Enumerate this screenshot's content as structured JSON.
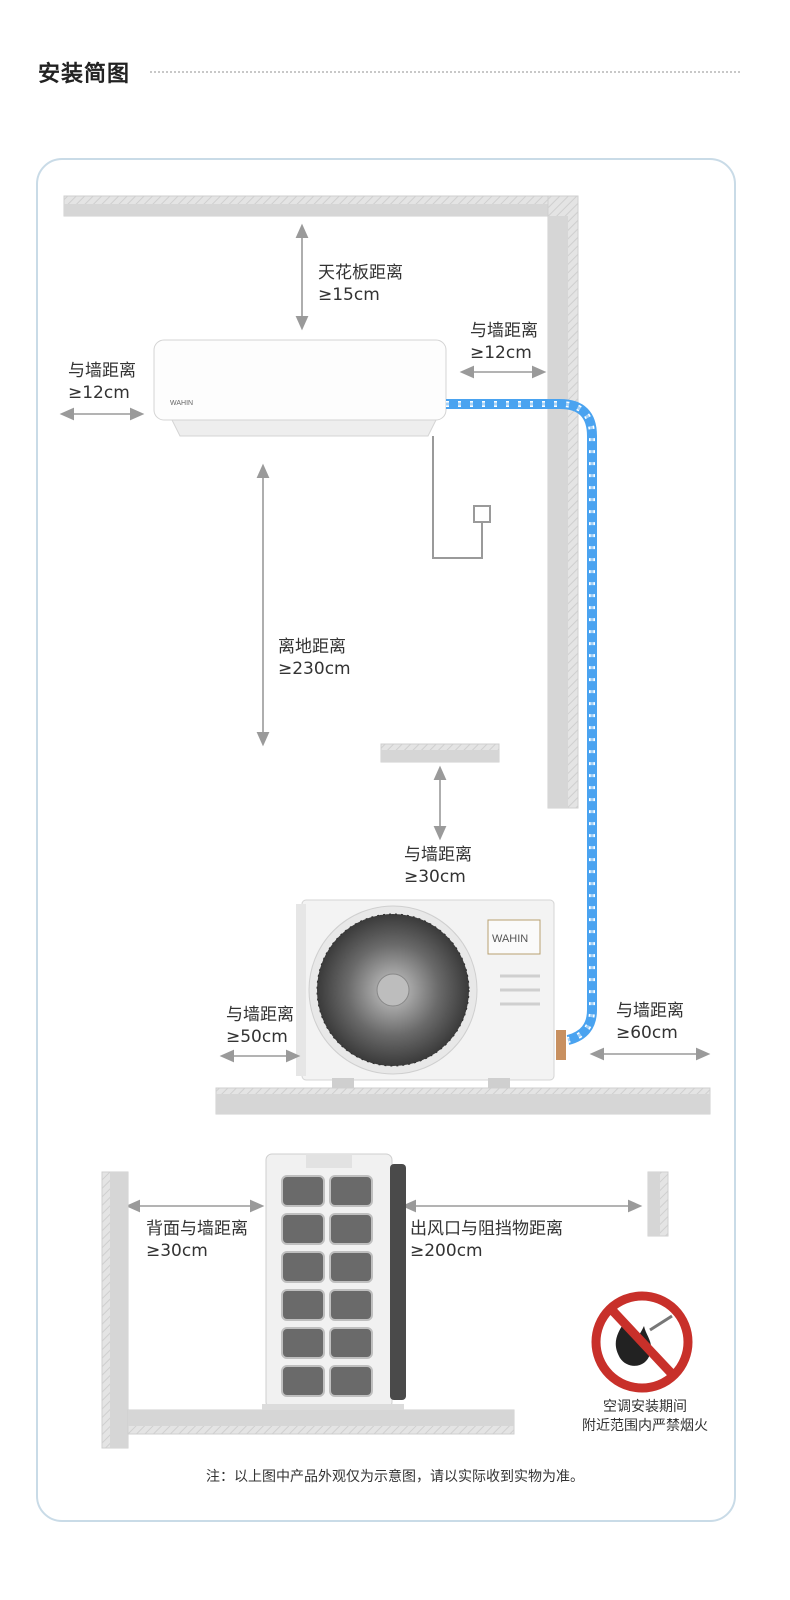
{
  "header": {
    "title": "安装简图"
  },
  "brand": {
    "indoor_logo": "WAHIN",
    "outdoor_logo": "WAHIN"
  },
  "labels": {
    "ceiling": {
      "name": "天花板距离",
      "value": "≥15cm"
    },
    "indoor_left": {
      "name": "与墙距离",
      "value": "≥12cm"
    },
    "indoor_right": {
      "name": "与墙距离",
      "value": "≥12cm"
    },
    "floor": {
      "name": "离地距离",
      "value": "≥230cm"
    },
    "outdoor_top": {
      "name": "与墙距离",
      "value": "≥30cm"
    },
    "outdoor_left": {
      "name": "与墙距离",
      "value": "≥50cm"
    },
    "outdoor_right": {
      "name": "与墙距离",
      "value": "≥60cm"
    },
    "side_back": {
      "name": "背面与墙距离",
      "value": "≥30cm"
    },
    "side_outlet": {
      "name": "出风口与阻挡物距离",
      "value": "≥200cm"
    }
  },
  "warning": {
    "line1": "空调安装期间",
    "line2": "附近范围内严禁烟火",
    "icon": "no-fire-icon",
    "color": "#c8302a"
  },
  "footnote": "注：以上图中产品外观仅为示意图，请以实际收到实物为准。",
  "colors": {
    "frame": "#c9dbe7",
    "wall": "#d8d8d8",
    "pipe": "#4aa3f0",
    "arrow": "#9a9a9a"
  }
}
